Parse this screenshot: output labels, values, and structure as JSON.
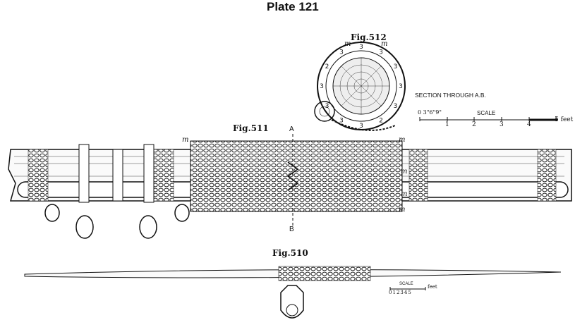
{
  "title": "Plate 121",
  "figures": {
    "fig512": "Fig.512",
    "fig511": "Fig.511",
    "fig510": "Fig.510"
  },
  "section_label": "SECTION THROUGH A.B.",
  "section_marks": {
    "a": "A",
    "b": "B"
  },
  "mark_m": "m",
  "section_numbers": [
    "3",
    "3",
    "3",
    "3",
    "3",
    "2",
    "3",
    "3",
    "3",
    "3",
    "2",
    "3"
  ],
  "scale_large": {
    "label": "SCALE",
    "inch_ticks": [
      "0",
      "3\"",
      "6\"",
      "9\""
    ],
    "foot_ticks": [
      "1",
      "2",
      "3",
      "4",
      "5"
    ],
    "unit": "feet"
  },
  "scale_small": {
    "label": "SCALE",
    "ticks": [
      "0",
      "1",
      "2",
      "3",
      "4",
      "5"
    ],
    "unit": "feet"
  }
}
